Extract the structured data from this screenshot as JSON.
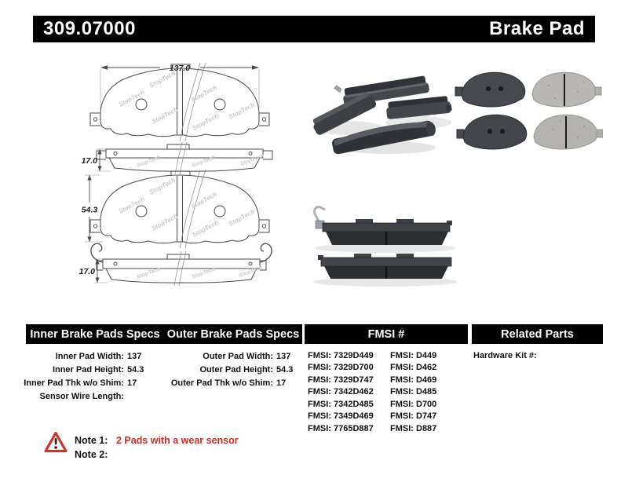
{
  "header": {
    "part_number": "309.07000",
    "product_name": "Brake Pad"
  },
  "drawing": {
    "watermark": "StopTech",
    "dims": {
      "width": "137.0",
      "thickness_top": "17.0",
      "height": "54.3",
      "thickness_bottom": "17.0"
    }
  },
  "table": {
    "headers": {
      "inner": "Inner Brake Pads Specs",
      "outer": "Outer Brake Pads Specs",
      "fmsi": "FMSI #",
      "related": "Related Parts"
    },
    "inner_specs": [
      {
        "label": "Inner Pad Width:",
        "value": "137"
      },
      {
        "label": "Inner Pad Height:",
        "value": "54.3"
      },
      {
        "label": "Inner Pad Thk w/o Shim:",
        "value": "17"
      },
      {
        "label": "Sensor Wire Length:",
        "value": ""
      }
    ],
    "outer_specs": [
      {
        "label": "Outer Pad Width:",
        "value": "137"
      },
      {
        "label": "Outer Pad Height:",
        "value": "54.3"
      },
      {
        "label": "Outer Pad Thk w/o Shim:",
        "value": "17"
      }
    ],
    "fmsi_col1": [
      "FMSI: 7329D449",
      "FMSI: 7329D700",
      "FMSI: 7329D747",
      "FMSI: 7342D462",
      "FMSI: 7342D485",
      "FMSI: 7349D469",
      "FMSI: 7765D887"
    ],
    "fmsi_col2": [
      "FMSI: D449",
      "FMSI: D462",
      "FMSI: D469",
      "FMSI: D485",
      "FMSI: D700",
      "FMSI: D747",
      "FMSI: D887"
    ],
    "related": [
      "Hardware Kit #:"
    ]
  },
  "notes": {
    "note1_label": "Note 1:",
    "note1_text": "2 Pads with a wear sensor",
    "note2_label": "Note 2:",
    "note2_text": ""
  },
  "colors": {
    "header_bg": "#000000",
    "note_red": "#cb3028",
    "warning_red": "#c0392b"
  }
}
